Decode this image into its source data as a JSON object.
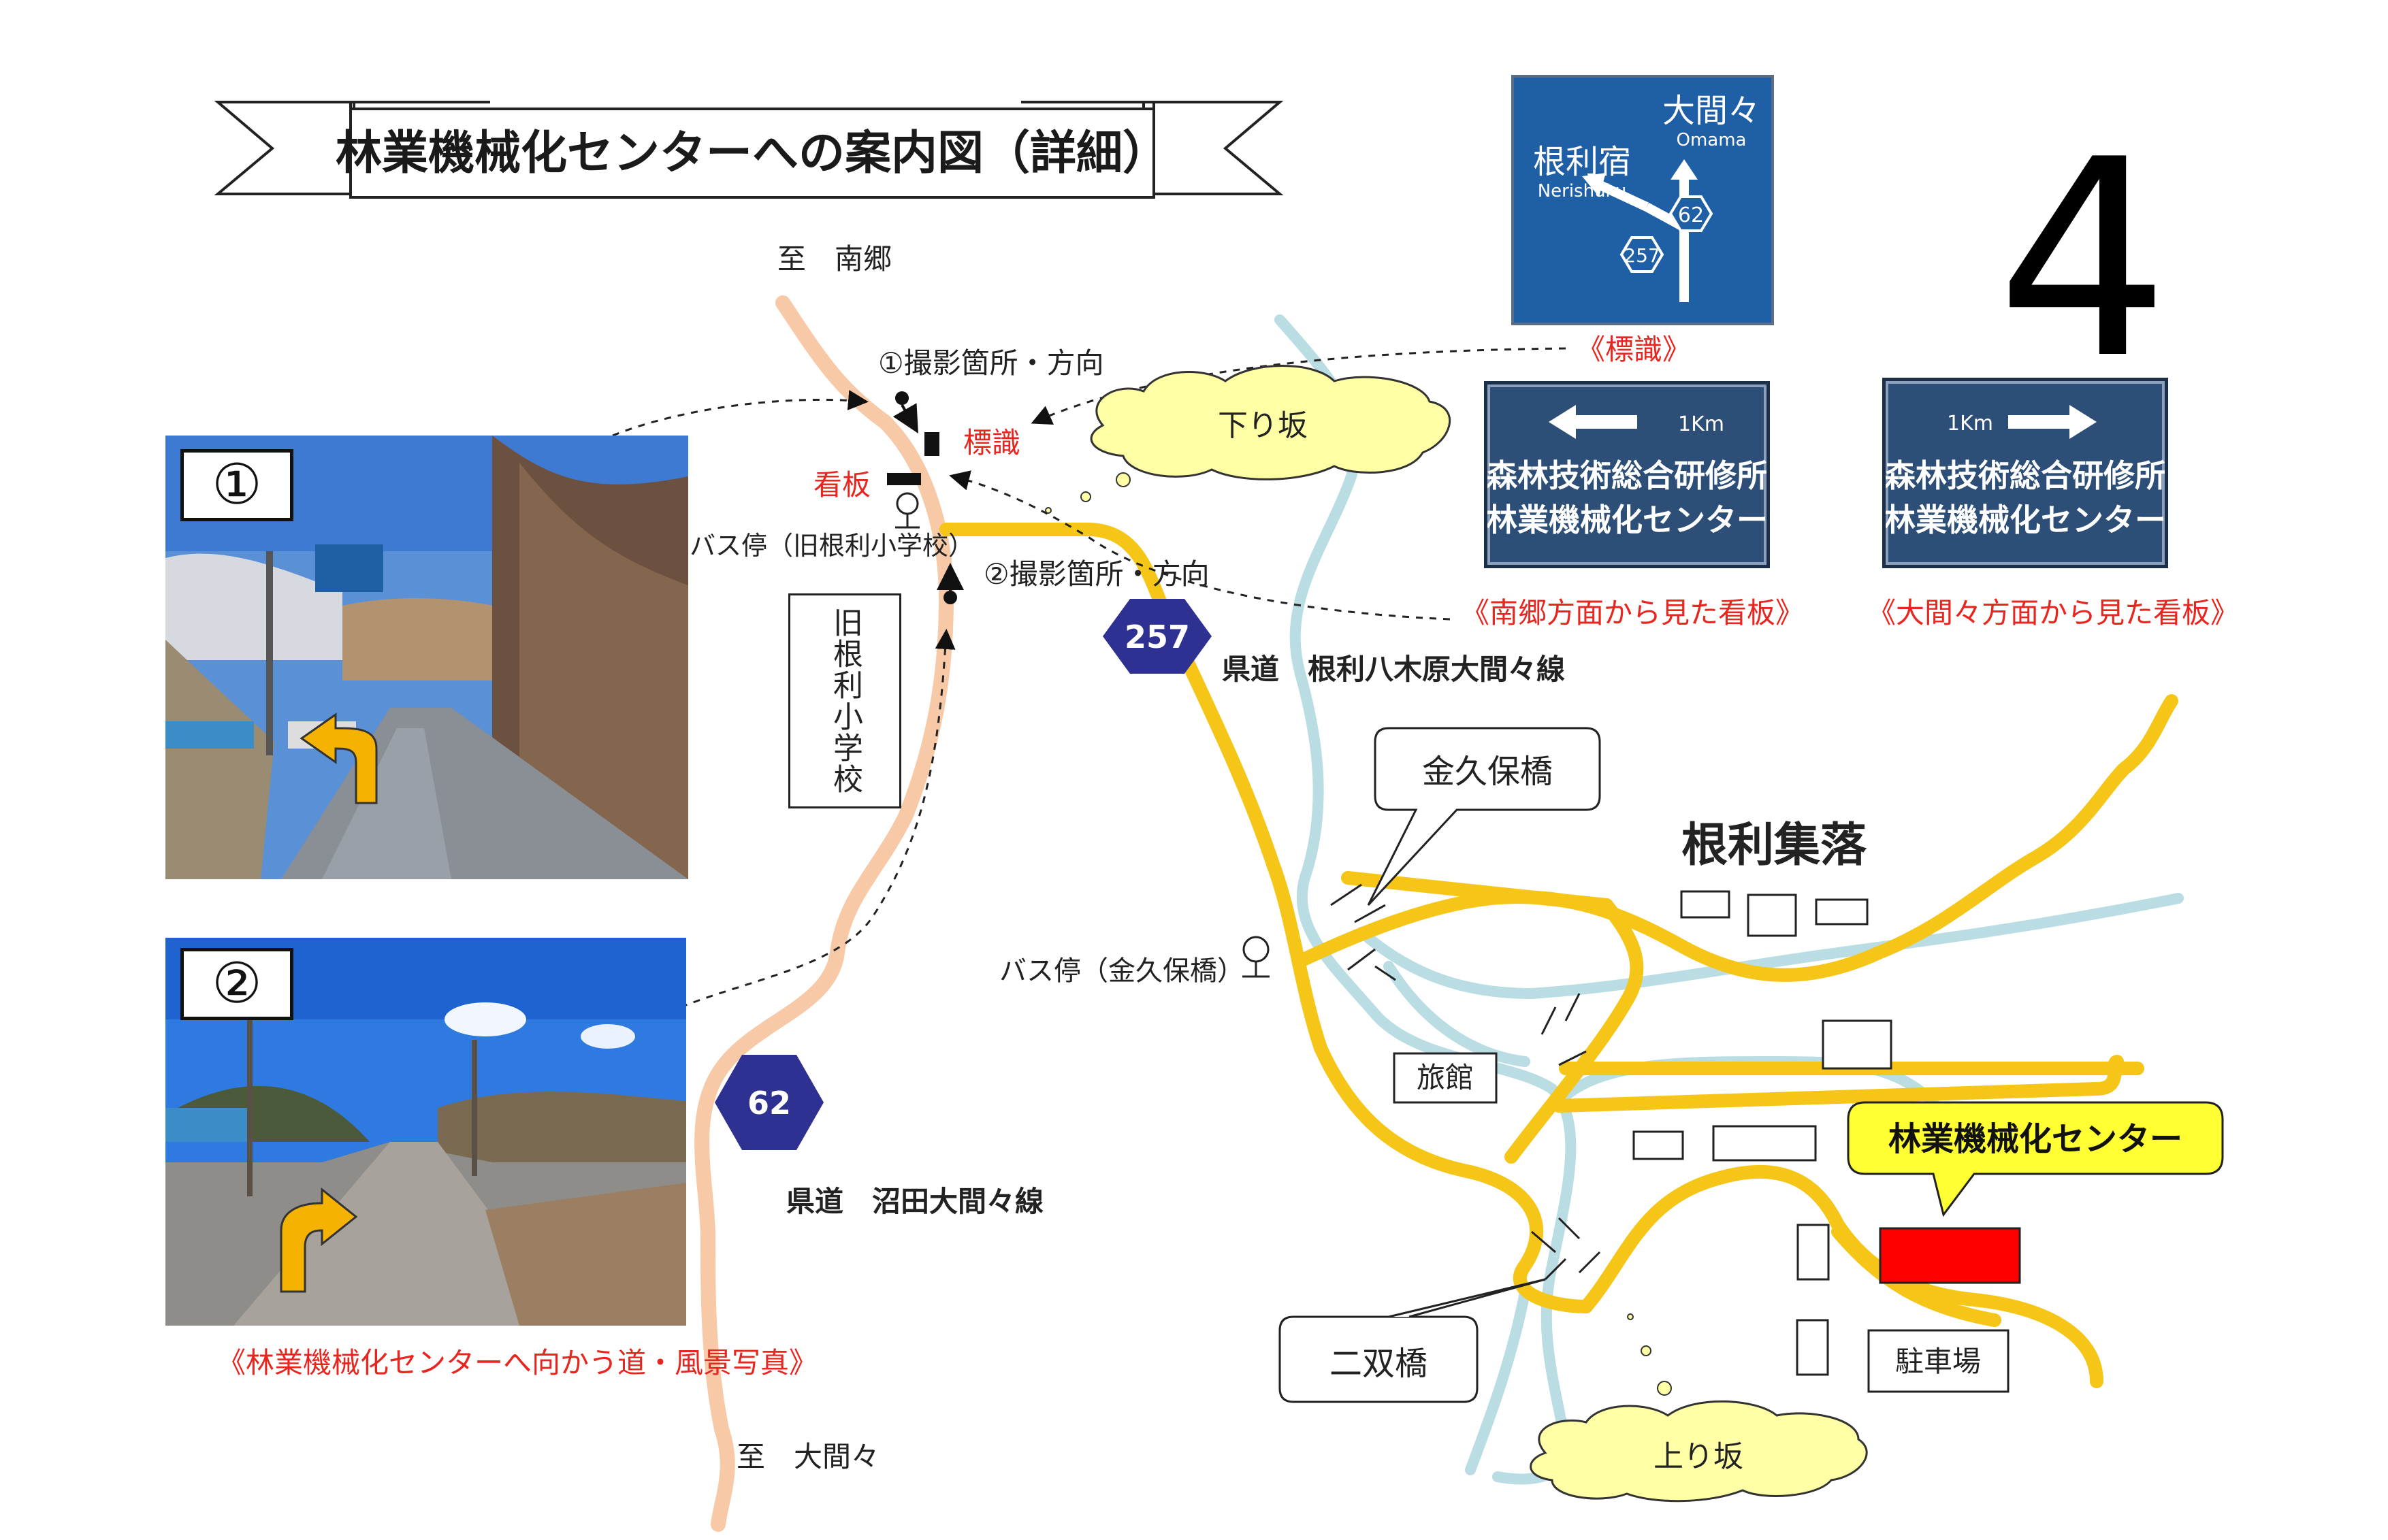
{
  "title": "林業機械化センターへの案内図（詳細）",
  "directions": {
    "north": "至　南郷",
    "south": "至　大間々"
  },
  "page_number": "4",
  "annotations": {
    "photo_point_1": "①撮影箇所・方向",
    "photo_point_2": "②撮影箇所・方向",
    "sign": "標識",
    "signboard": "看板",
    "bus_stop_old_school": "バス停（旧根利小学校）",
    "bus_stop_kanakubo": "バス停（金久保橋）",
    "old_school": "旧根利小学校",
    "downhill": "下り坂",
    "uphill": "上り坂",
    "kanakubo_bridge": "金久保橋",
    "village": "根利集落",
    "inn": "旅館",
    "futaba_bridge": "二双橋",
    "parking": "駐車場",
    "destination": "林業機械化センター"
  },
  "routes": {
    "r257": {
      "number": "257",
      "name": "県道　根利八木原大間々線"
    },
    "r62": {
      "number": "62",
      "name": "県道　沼田大間々線"
    }
  },
  "photos": {
    "badge1": "①",
    "badge2": "②",
    "caption": "《林業機械化センターへ向かう道・風景写真》"
  },
  "road_sign": {
    "upper_dest_ja": "大間々",
    "upper_dest_en": "Omama",
    "left_dest_ja": "根利宿",
    "left_dest_en": "Nerishuku",
    "route_a": "62",
    "route_b": "257",
    "caption": "《標識》"
  },
  "signboard_nango": {
    "distance": "1Km",
    "line1": "森林技術総合研修所",
    "line2": "林業機械化センター",
    "caption": "《南郷方面から見た看板》"
  },
  "signboard_omama": {
    "distance": "1Km",
    "line1": "森林技術総合研修所",
    "line2": "林業機械化センター",
    "caption": "《大間々方面から見た看板》"
  },
  "colors": {
    "river": "#b9dde3",
    "main_road": "#f5c518",
    "pref_road_62": "#f7c9a6",
    "route_hex": "#2e3192",
    "destination_red": "#ff0000",
    "callout_yellow": "#ffff33",
    "cloud_yellow": "#ffffa6",
    "caption_red": "#e8251f"
  }
}
